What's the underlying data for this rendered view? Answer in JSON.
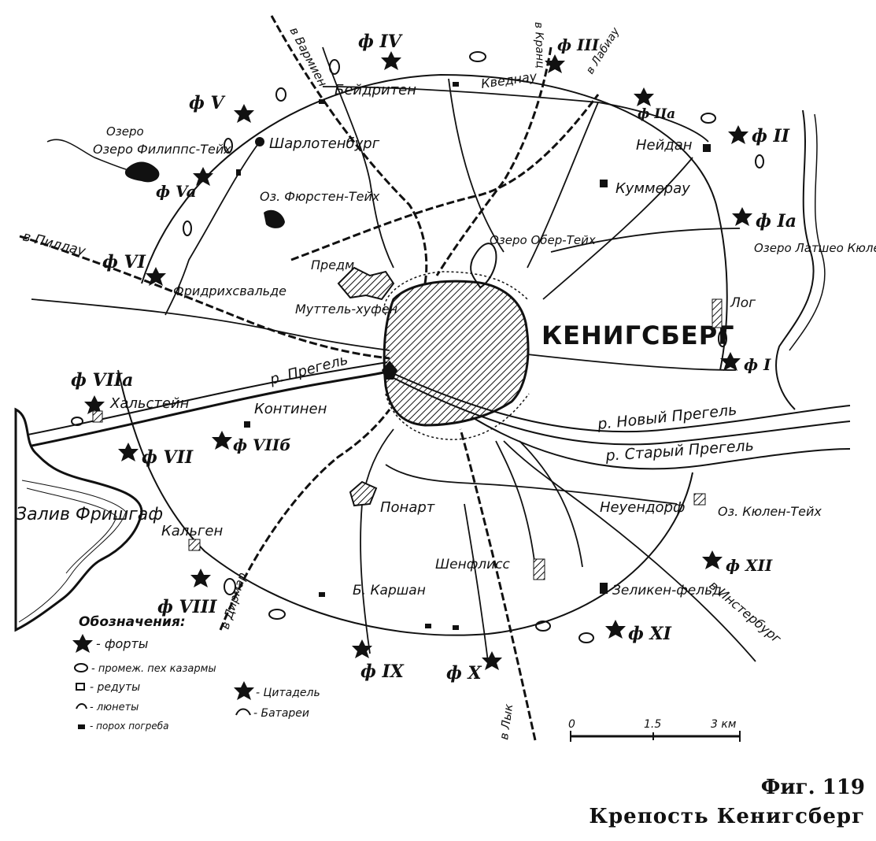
{
  "city": "КЕНИГСБЕРГ",
  "forts": [
    "ф IV",
    "ф III",
    "ф V",
    "ф IIa",
    "ф II",
    "ф Va",
    "ф Ia",
    "ф VI",
    "ф I",
    "ф VIIa",
    "ф VIIб",
    "ф VII",
    "ф XII",
    "ф VIII",
    "ф XI",
    "ф IX",
    "ф X"
  ],
  "places": {
    "beidriten": "Бейдритен",
    "kvednau": "Кведнау",
    "sharlotenburg": "Шарлотенбург",
    "neidan": "Нейдан",
    "kummerau": "Куммерау",
    "lake_filipps": "Озеро Филиппс-Тейх",
    "lake_fyursten": "Оз. Фюрстен-Тейх",
    "lake_ober": "Озеро Обер-Тейх",
    "lake_lyatsheo": "Озеро Латшео Кюлен-Тейх",
    "log": "Лог",
    "friedrichswalde": "Фридрихсвальде",
    "predm": "Предм.",
    "muttelhufen": "Муттель-хуфен",
    "halstein": "Хальстейн",
    "kontinen": "Континен",
    "ponart": "Понарт",
    "neuendorf": "Неуендорф",
    "lake_kyulen": "Оз. Кюлен-Тейх",
    "kalgen": "Кальген",
    "b_karshan": "Б. Каршан",
    "shenflis": "Шенфлисс",
    "zelikenfeld": "Зеликен-фельд",
    "gulf": "Залив Фришгаф"
  },
  "routes": {
    "varmien": "в Вармиен",
    "kranz": "в Кранц",
    "labiau": "в Лабиау",
    "pillau": "в Пиллау",
    "ditmar": "в Дирмар",
    "lyk": "в Лык",
    "insterburg": "в Инстербург"
  },
  "rivers": {
    "pregel": "р. Прегель",
    "new_pregel": "р. Новый Прегель",
    "old_pregel": "р. Старый Прегель"
  },
  "legend": {
    "title": "Обозначения:",
    "forts": "- форты",
    "barracks": "- промеж. пех казармы",
    "redoubts": "- редуты",
    "lunettes": "- люнеты",
    "powder": "- порох погреба",
    "citadel": "- Цитадель",
    "batteries": "- Батареи"
  },
  "scale": {
    "zero": "0",
    "mid": "1.5",
    "end": "3 км"
  },
  "caption": {
    "figure": "Фиг. 119",
    "title": "Крепость Кенигсберг"
  }
}
